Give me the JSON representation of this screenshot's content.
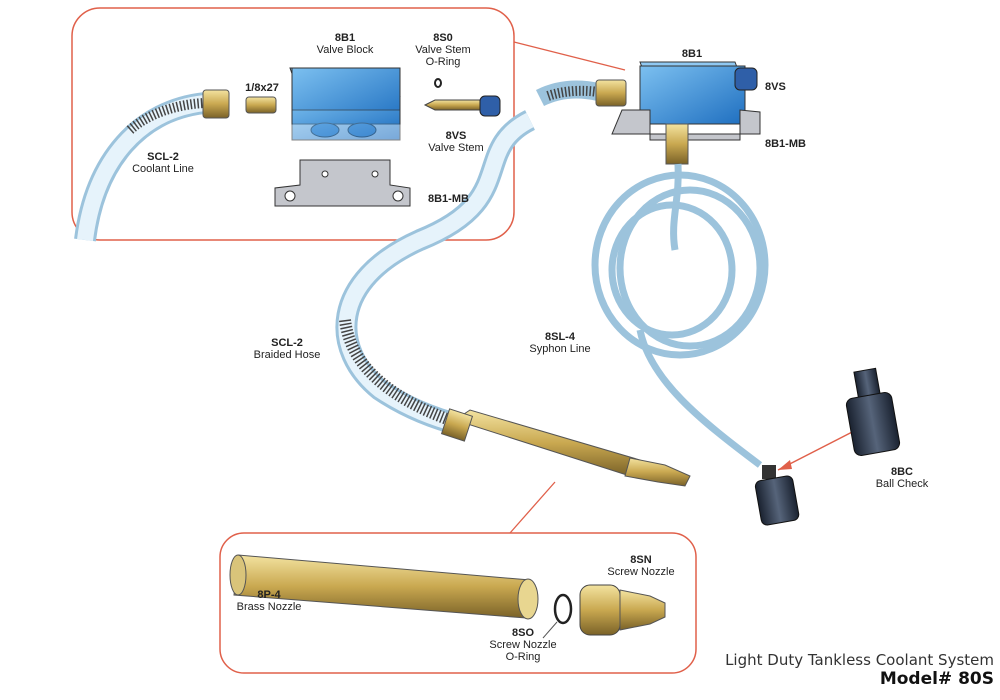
{
  "colors": {
    "callout": "#e0604a",
    "block": "#3a8fd9",
    "brass": "#c9a850",
    "hose": "#dceef8"
  },
  "parts": {
    "inset_coolant_line": {
      "code": "SCL-2",
      "name": "Coolant Line"
    },
    "fitting": {
      "code": "1/8x27"
    },
    "valve_block": {
      "code": "8B1",
      "name": "Valve Block"
    },
    "valve_stem_oring": {
      "code": "8S0",
      "name": "Valve Stem",
      "name2": "O-Ring"
    },
    "valve_stem": {
      "code": "8VS",
      "name": "Valve Stem"
    },
    "mount_bracket": {
      "code": "8B1-MB"
    },
    "assembled_block": {
      "code": "8B1"
    },
    "assembled_stem": {
      "code": "8VS"
    },
    "assembled_bracket": {
      "code": "8B1-MB"
    },
    "braided_hose": {
      "code": "SCL-2",
      "name": "Braided Hose"
    },
    "syphon_line": {
      "code": "8SL-4",
      "name": "Syphon Line"
    },
    "ball_check": {
      "code": "8BC",
      "name": "Ball Check"
    },
    "brass_nozzle": {
      "code": "8P-4",
      "name": "Brass Nozzle"
    },
    "screw_nozzle": {
      "code": "8SN",
      "name": "Screw Nozzle"
    },
    "screw_nozzle_oring": {
      "code": "8SO",
      "name": "Screw Nozzle",
      "name2": "O-Ring"
    }
  },
  "title": {
    "line1": "Light Duty Tankless Coolant System",
    "line2": "Model# 80S"
  }
}
